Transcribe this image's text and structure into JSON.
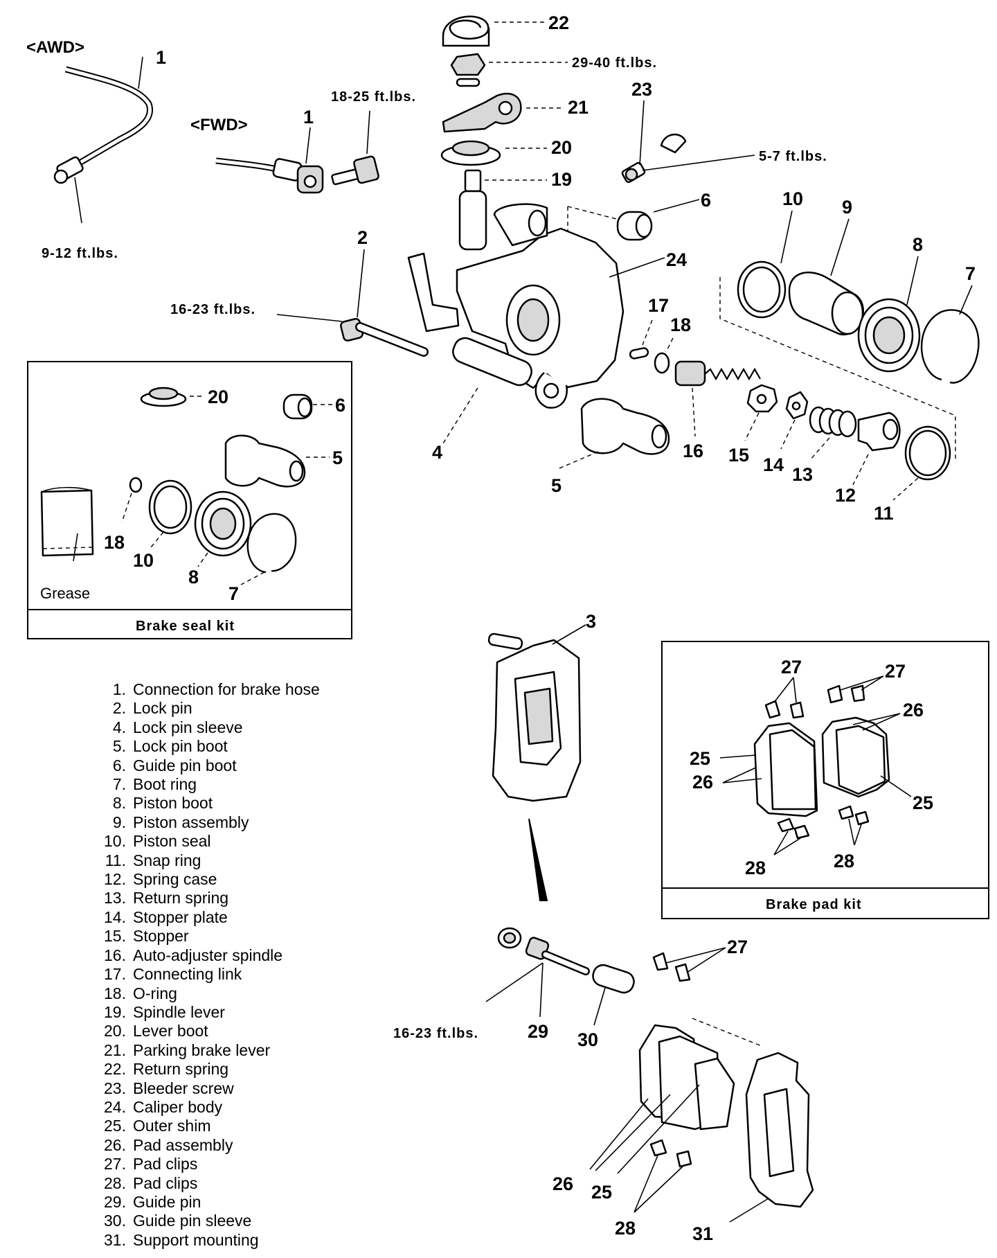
{
  "variants": {
    "awd": "<AWD>",
    "fwd": "<FWD>"
  },
  "torque": {
    "t1": "9-12 ft.lbs.",
    "t2": "18-25 ft.lbs.",
    "t3": "29-40 ft.lbs.",
    "t4": "5-7 ft.lbs.",
    "t5": "16-23 ft.lbs.",
    "t6": "16-23 ft.lbs."
  },
  "kits": {
    "seal": {
      "title": "Brake seal kit",
      "grease": "Grease"
    },
    "pad": {
      "title": "Brake pad kit"
    }
  },
  "legend": [
    {
      "num": "1.",
      "name": "Connection for brake hose"
    },
    {
      "num": "2.",
      "name": "Lock pin"
    },
    {
      "num": "4.",
      "name": "Lock pin sleeve"
    },
    {
      "num": "5.",
      "name": "Lock pin boot"
    },
    {
      "num": "6.",
      "name": "Guide pin boot"
    },
    {
      "num": "7.",
      "name": "Boot ring"
    },
    {
      "num": "8.",
      "name": "Piston boot"
    },
    {
      "num": "9.",
      "name": "Piston assembly"
    },
    {
      "num": "10.",
      "name": "Piston seal"
    },
    {
      "num": "11.",
      "name": "Snap ring"
    },
    {
      "num": "12.",
      "name": "Spring case"
    },
    {
      "num": "13.",
      "name": "Return spring"
    },
    {
      "num": "14.",
      "name": "Stopper plate"
    },
    {
      "num": "15.",
      "name": "Stopper"
    },
    {
      "num": "16.",
      "name": "Auto-adjuster spindle"
    },
    {
      "num": "17.",
      "name": "Connecting link"
    },
    {
      "num": "18.",
      "name": "O-ring"
    },
    {
      "num": "19.",
      "name": "Spindle lever"
    },
    {
      "num": "20.",
      "name": "Lever boot"
    },
    {
      "num": "21.",
      "name": "Parking brake lever"
    },
    {
      "num": "22.",
      "name": "Return spring"
    },
    {
      "num": "23.",
      "name": "Bleeder screw"
    },
    {
      "num": "24.",
      "name": "Caliper body"
    },
    {
      "num": "25.",
      "name": "Outer shim"
    },
    {
      "num": "26.",
      "name": "Pad assembly"
    },
    {
      "num": "27.",
      "name": "Pad clips"
    },
    {
      "num": "28.",
      "name": "Pad clips"
    },
    {
      "num": "29.",
      "name": "Guide pin"
    },
    {
      "num": "30.",
      "name": "Guide pin sleeve"
    },
    {
      "num": "31.",
      "name": "Support mounting"
    }
  ],
  "callouts": {
    "c1": "1",
    "c2": "2",
    "c3": "3",
    "c4": "4",
    "c5": "5",
    "c6": "6",
    "c7": "7",
    "c8": "8",
    "c9": "9",
    "c10": "10",
    "c11": "11",
    "c12": "12",
    "c13": "13",
    "c14": "14",
    "c15": "15",
    "c16": "16",
    "c17": "17",
    "c18": "18",
    "c19": "19",
    "c20": "20",
    "c21": "21",
    "c22": "22",
    "c23": "23",
    "c24": "24",
    "c25": "25",
    "c26": "26",
    "c27": "27",
    "c28": "28",
    "c29": "29",
    "c30": "30",
    "c31": "31"
  }
}
